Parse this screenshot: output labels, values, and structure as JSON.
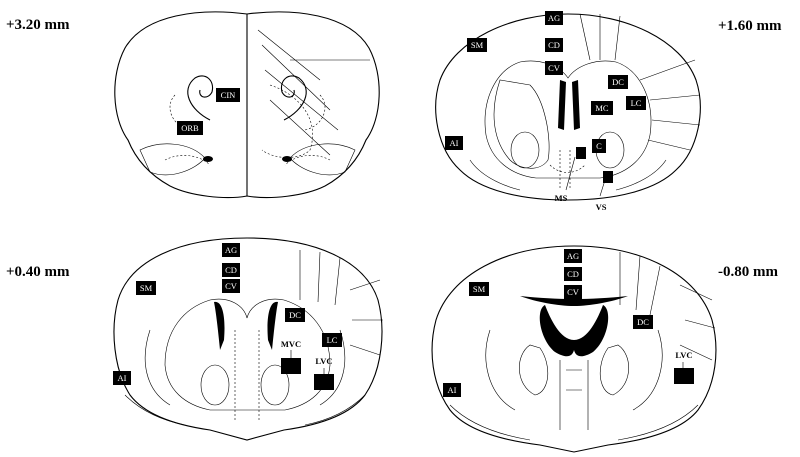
{
  "sections": [
    {
      "coordinate": "+3.20 mm",
      "labels": [
        "CIN",
        "ORB"
      ]
    },
    {
      "coordinate": "+1.60 mm",
      "labels": [
        "AG",
        "CD",
        "CV",
        "SM",
        "DC",
        "MC",
        "LC",
        "C",
        "AI"
      ],
      "plain_labels": [
        "MS",
        "VS"
      ]
    },
    {
      "coordinate": "+0.40 mm",
      "labels": [
        "AG",
        "CD",
        "CV",
        "SM",
        "DC",
        "LC",
        "AI"
      ],
      "plain_labels": [
        "MVC",
        "LVC"
      ]
    },
    {
      "coordinate": "-0.80 mm",
      "labels": [
        "AG",
        "CD",
        "CV",
        "SM",
        "DC",
        "AI"
      ],
      "plain_labels": [
        "LVC"
      ]
    }
  ]
}
